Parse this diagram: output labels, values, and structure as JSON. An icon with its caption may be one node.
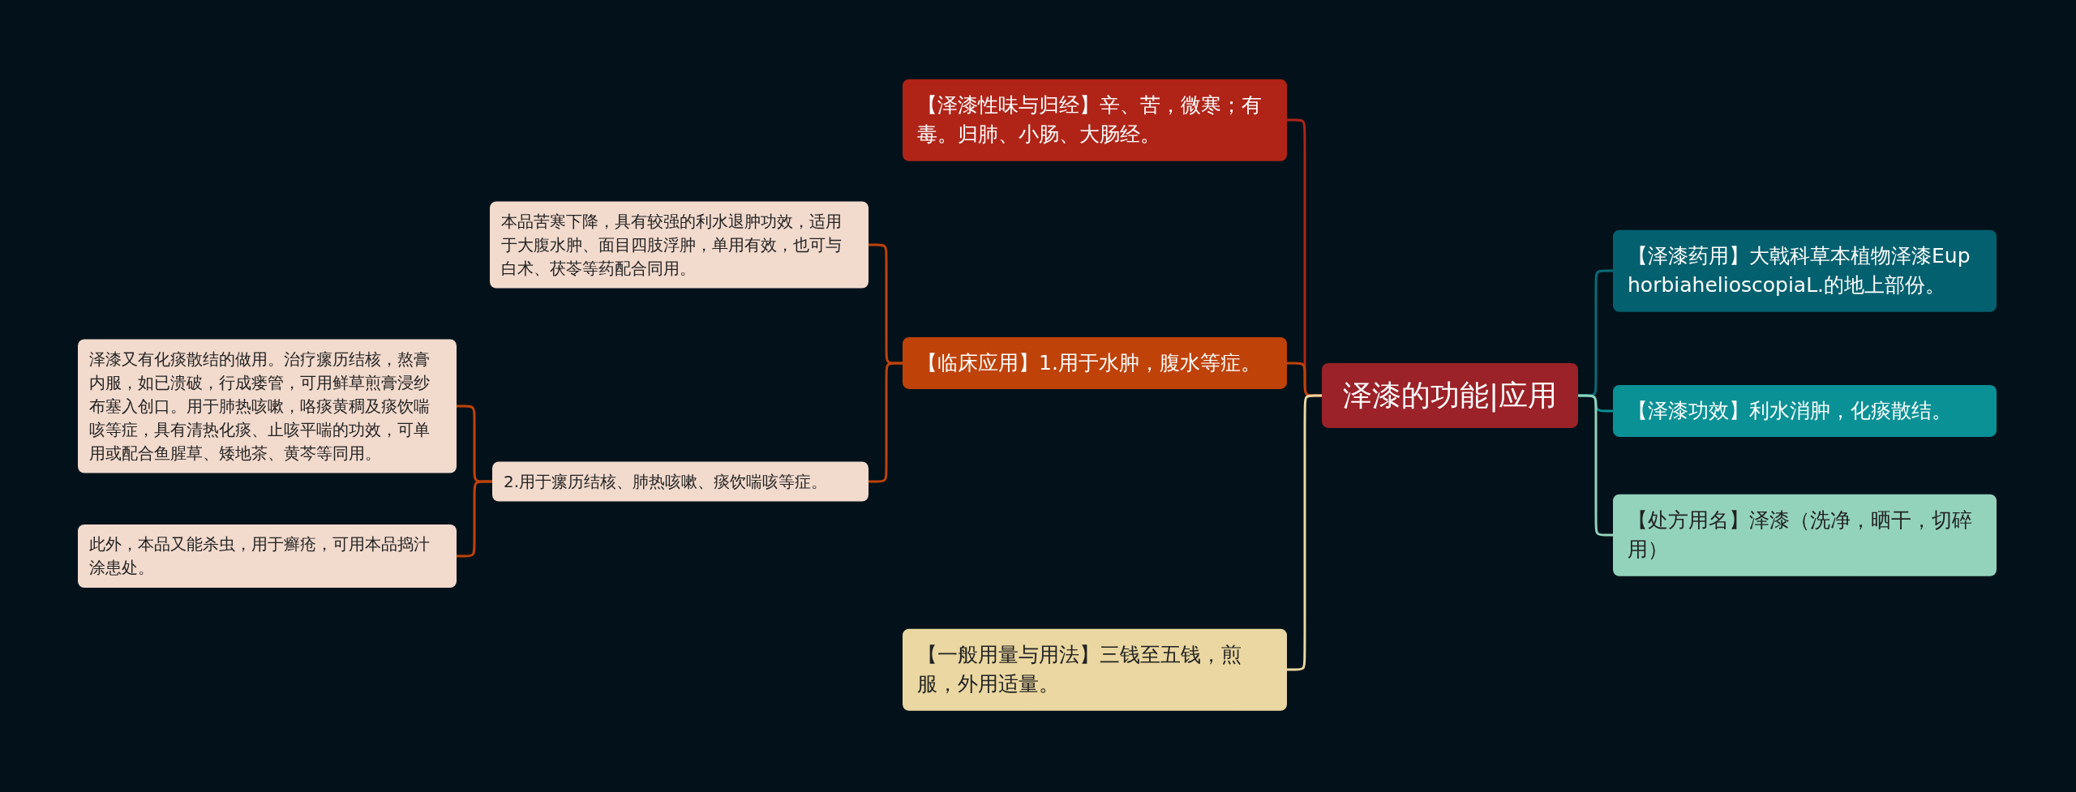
{
  "diagram": {
    "nodes": [
      {
        "text": [
          "泽漆的功能|应用"
        ]
      },
      {
        "text": [
          "【泽漆性味与归经】辛、苦，微寒；有毒。归肺、小肠、大肠经。"
        ]
      },
      {
        "text": [
          "【临床应用】1.用于水肿，腹水等症。"
        ]
      },
      {
        "text": [
          "本品苦寒下降，具有较强的利水退肿功效，适用于大腹水肿、面目四肢浮肿，单用有效，也可与白术、茯苓等药配合同用。"
        ]
      },
      {
        "text": [
          "2.用于瘰历结核、肺热咳嗽、痰饮喘咳等症。"
        ]
      },
      {
        "text": [
          "泽漆又有化痰散结的做用。治疗瘰历结核，熬膏内服，如已溃破，行成瘘管，可用鲜草煎膏浸纱布塞入创口。用于肺热咳嗽，咯痰黄稠及痰饮喘咳等症，具有清热化痰、止咳平喘的功效，可单用或配合鱼腥草、矮地茶、黄芩等同用。"
        ]
      },
      {
        "text": [
          "此外，本品又能杀虫，用于癣疮，可用本品捣汁涂患处。"
        ]
      },
      {
        "text": [
          "【一般用量与用法】三钱至五钱，煎服，外用适量。"
        ]
      },
      {
        "text": [
          "【泽漆药用】大戟科草本植物泽漆EuphorbiahelioscopiaL.的地上部份。"
        ]
      },
      {
        "text": [
          "【泽漆功效】利水消肿，化痰散结。"
        ]
      },
      {
        "text": [
          "【处方用名】泽漆（洗净，晒干，切碎用）"
        ]
      }
    ],
    "edges": [
      {
        "from": 0,
        "to": 1,
        "arrow": "none",
        "color": "#b02418"
      },
      {
        "from": 0,
        "to": 2,
        "arrow": "none",
        "color": "#bf4209"
      },
      {
        "from": 2,
        "to": 3,
        "arrow": "none",
        "color": "#bf4209"
      },
      {
        "from": 2,
        "to": 4,
        "arrow": "none",
        "color": "#bf4209"
      },
      {
        "from": 4,
        "to": 5,
        "arrow": "none",
        "color": "#bf4209"
      },
      {
        "from": 4,
        "to": 6,
        "arrow": "none",
        "color": "#bf4209"
      },
      {
        "from": 0,
        "to": 7,
        "arrow": "none",
        "color": "#ead7a1"
      },
      {
        "from": 0,
        "to": 8,
        "arrow": "none",
        "color": "#0a6a78"
      },
      {
        "from": 0,
        "to": 9,
        "arrow": "none",
        "color": "#0a9196"
      },
      {
        "from": 0,
        "to": 10,
        "arrow": "none",
        "color": "#93d3bc"
      }
    ]
  }
}
